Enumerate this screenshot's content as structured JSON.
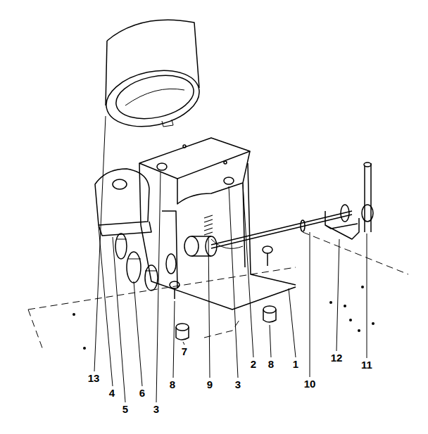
{
  "diagram": {
    "labels": [
      "13",
      "4",
      "5",
      "6",
      "3",
      "8",
      "7",
      "9",
      "3",
      "2",
      "8",
      "1",
      "10",
      "12",
      "11"
    ]
  }
}
